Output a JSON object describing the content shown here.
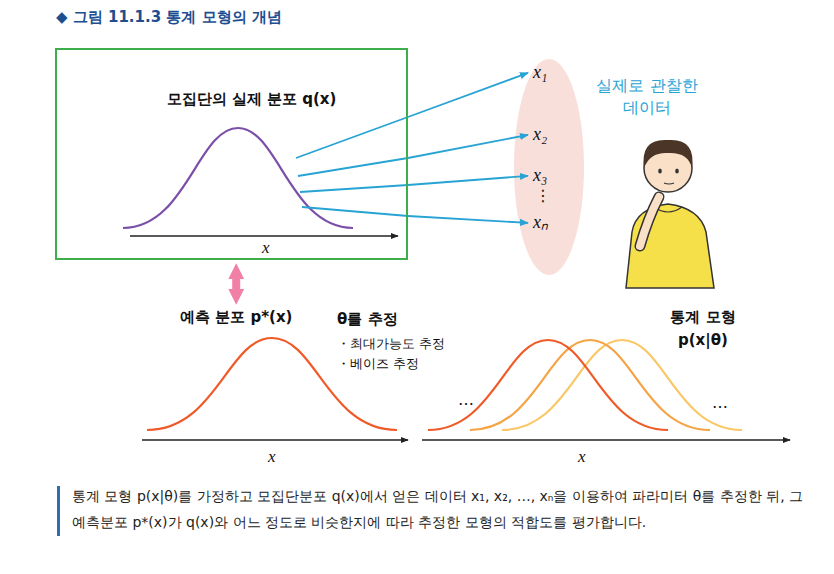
{
  "diagram": {
    "title": "◆ 그림 11.1.3 통계 모형의 개념",
    "caption": "통계 모형 p(x|θ)를 가정하고 모집단분포 q(x)에서 얻은 데이터 x₁, x₂, …, xₙ을 이용하여 파라미터 θ를 추정한 뒤, 그 예측분포 p*(x)가 q(x)와 어느 정도로 비슷한지에 따라 추정한 모형의 적합도를 평가합니다.",
    "nodes": [
      {
        "text": [
          "모집단의 실제 분포 q(x)"
        ]
      },
      {
        "text": [
          "실제로 관찰한 데이터"
        ]
      },
      {
        "text": [
          "x₁"
        ],
        "in": 1
      },
      {
        "text": [
          "x₂"
        ],
        "in": 1
      },
      {
        "text": [
          "x₃"
        ],
        "in": 1
      },
      {
        "text": [
          "xₙ"
        ],
        "in": 1
      },
      {
        "text": [
          "예측 분포 p*(x)"
        ]
      },
      {
        "text": [
          "통계 모형 p(x|θ)"
        ]
      }
    ],
    "edges": [
      {
        "from": 0,
        "to": 2,
        "arrow": "to"
      },
      {
        "from": 0,
        "to": 3,
        "arrow": "to"
      },
      {
        "from": 0,
        "to": 4,
        "arrow": "to"
      },
      {
        "from": 0,
        "to": 5,
        "arrow": "to"
      },
      {
        "from": 0,
        "to": 6,
        "arrow": "both"
      }
    ],
    "labels": [
      "x",
      "⋮",
      "θ를 추정",
      "・최대가능도 추정",
      "・베이즈 추정",
      "x",
      "…",
      "…",
      "x"
    ]
  }
}
